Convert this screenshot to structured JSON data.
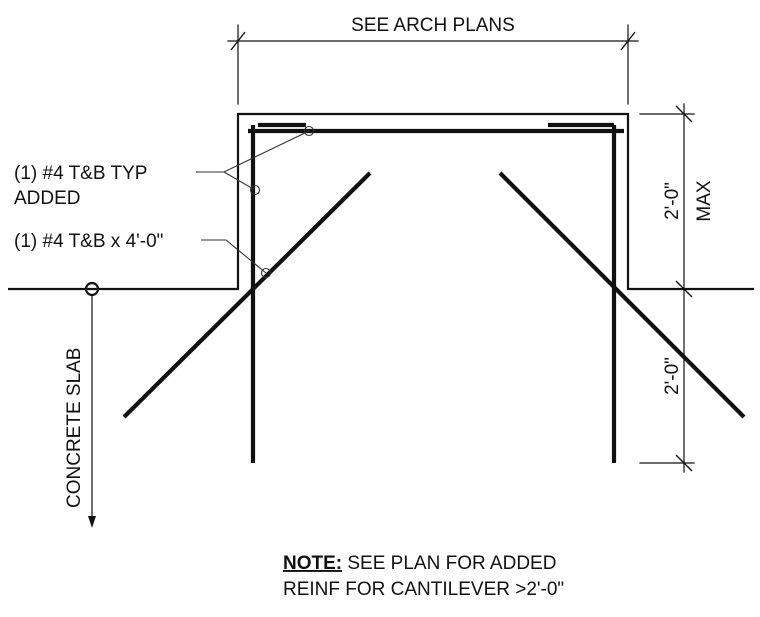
{
  "dimensions": {
    "top": "SEE ARCH PLANS",
    "upper_right": "2'-0\"",
    "max_label": "MAX",
    "lower_right": "2'-0\""
  },
  "callouts": {
    "bars_line1": "(1) #4 T&B TYP",
    "bars_line2": "ADDED",
    "diagonal": "(1) #4 T&B x 4'-0\""
  },
  "slab_label": "CONCRETE SLAB",
  "note": {
    "heading": "NOTE:",
    "line1_rest": " SEE PLAN FOR ADDED",
    "line2": "REINF FOR CANTILEVER >2'-0\""
  }
}
